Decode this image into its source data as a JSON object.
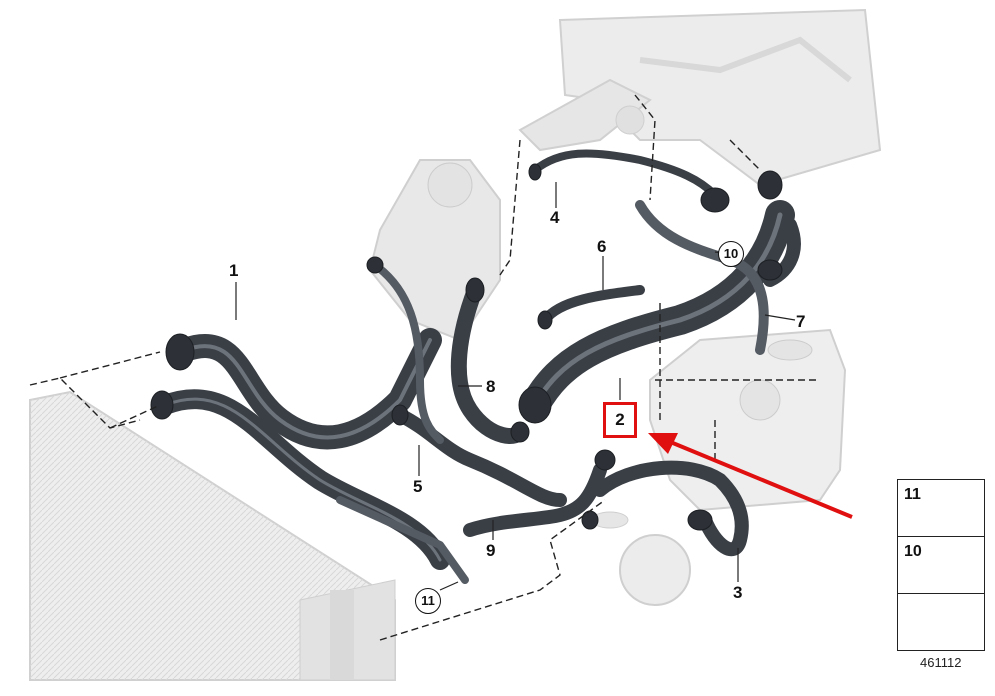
{
  "callouts": {
    "c1": "1",
    "c2": "2",
    "c3": "3",
    "c4": "4",
    "c5": "5",
    "c6": "6",
    "c7": "7",
    "c8": "8",
    "c9": "9",
    "c10": "10",
    "c11": "11"
  },
  "legend": {
    "item_top": "11",
    "item_mid": "10"
  },
  "reference_number": "461112",
  "colors": {
    "hose": "#3a3f46",
    "hose_highlight": "#6d737b",
    "ghost_parts": "#e6e6e6",
    "leader_line": "#222222",
    "highlight_box": "#e01010",
    "arrow": "#e01010"
  },
  "icons": {
    "arrow": "red-pointer-arrow",
    "legend_bottom": "outline-arrow-icon"
  }
}
